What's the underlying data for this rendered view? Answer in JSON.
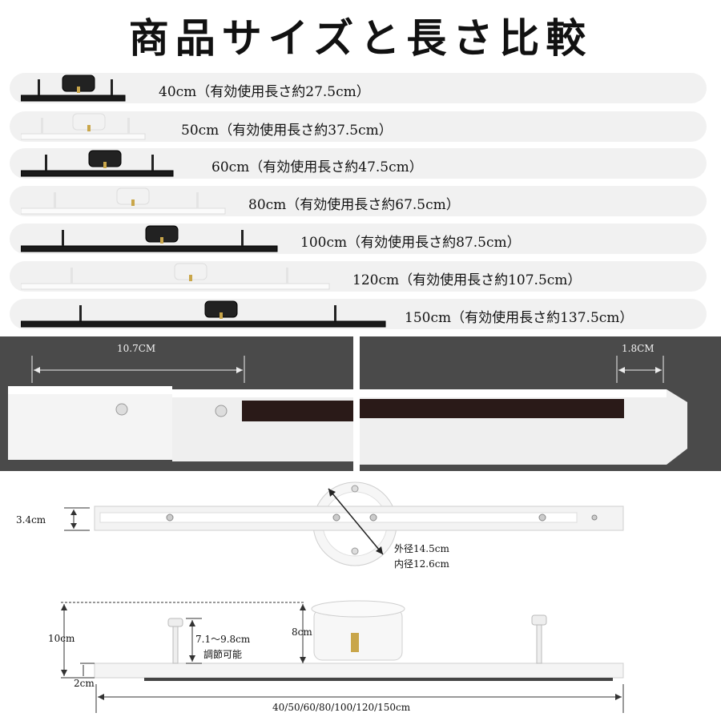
{
  "title": "商品サイズと長さ比較",
  "sizes": [
    {
      "label": "40cm（有効使用長さ約27.5cm）",
      "color": "black"
    },
    {
      "label": "50cm（有効使用長さ約37.5cm）",
      "color": "white"
    },
    {
      "label": "60cm（有効使用長さ約47.5cm）",
      "color": "black"
    },
    {
      "label": "80cm（有効使用長さ約67.5cm）",
      "color": "white"
    },
    {
      "label": "100cm（有効使用長さ約87.5cm）",
      "color": "black"
    },
    {
      "label": "120cm（有効使用長さ約107.5cm）",
      "color": "white"
    },
    {
      "label": "150cm（有効使用長さ約137.5cm）",
      "color": "black"
    }
  ],
  "closeup": {
    "dim_left": "10.7CM",
    "dim_right": "1.8CM"
  },
  "top_view": {
    "height": "3.4cm",
    "outer_diameter": "外径14.5cm",
    "inner_diameter": "内径12.6cm"
  },
  "side_view": {
    "total_height": "10cm",
    "adjust_range": "7.1～9.8cm",
    "adjust_note": "調節可能",
    "base_height": "8cm",
    "rail_height": "2cm",
    "lengths": "40/50/60/80/100/120/150cm"
  }
}
